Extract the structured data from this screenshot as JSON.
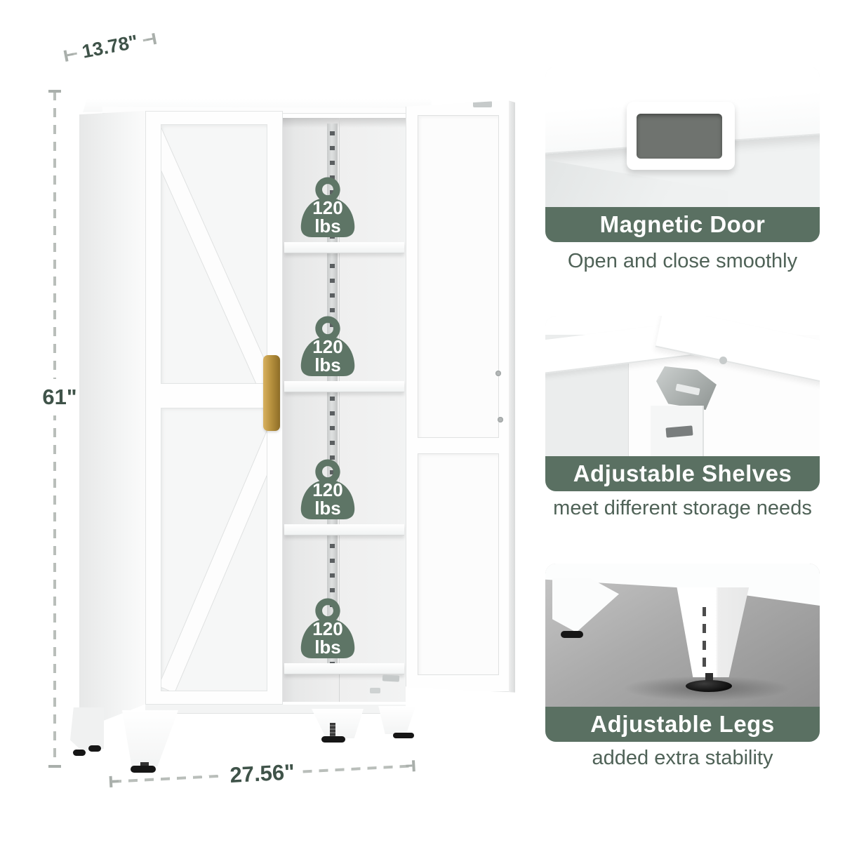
{
  "cabinet": {
    "dimensions": {
      "depth": "13.78\"",
      "height": "61\"",
      "width": "27.56\""
    },
    "shelf_capacity": {
      "value": "120",
      "unit": "lbs"
    }
  },
  "features": [
    {
      "id": "magnetic-door",
      "title": "Magnetic Door",
      "caption": "Open and close smoothly"
    },
    {
      "id": "adjustable-shelves",
      "title": "Adjustable Shelves",
      "caption": "meet different storage needs"
    },
    {
      "id": "adjustable-legs",
      "title": "Adjustable Legs",
      "caption": "added extra stability"
    }
  ],
  "colors": {
    "accent_green": "#5a7062",
    "weight_green": "#5e7566",
    "dimension_text": "#3f5349",
    "caption_text": "#4f6257",
    "handle_gold": "#b8923f",
    "dash_gray": "#b9beba"
  }
}
